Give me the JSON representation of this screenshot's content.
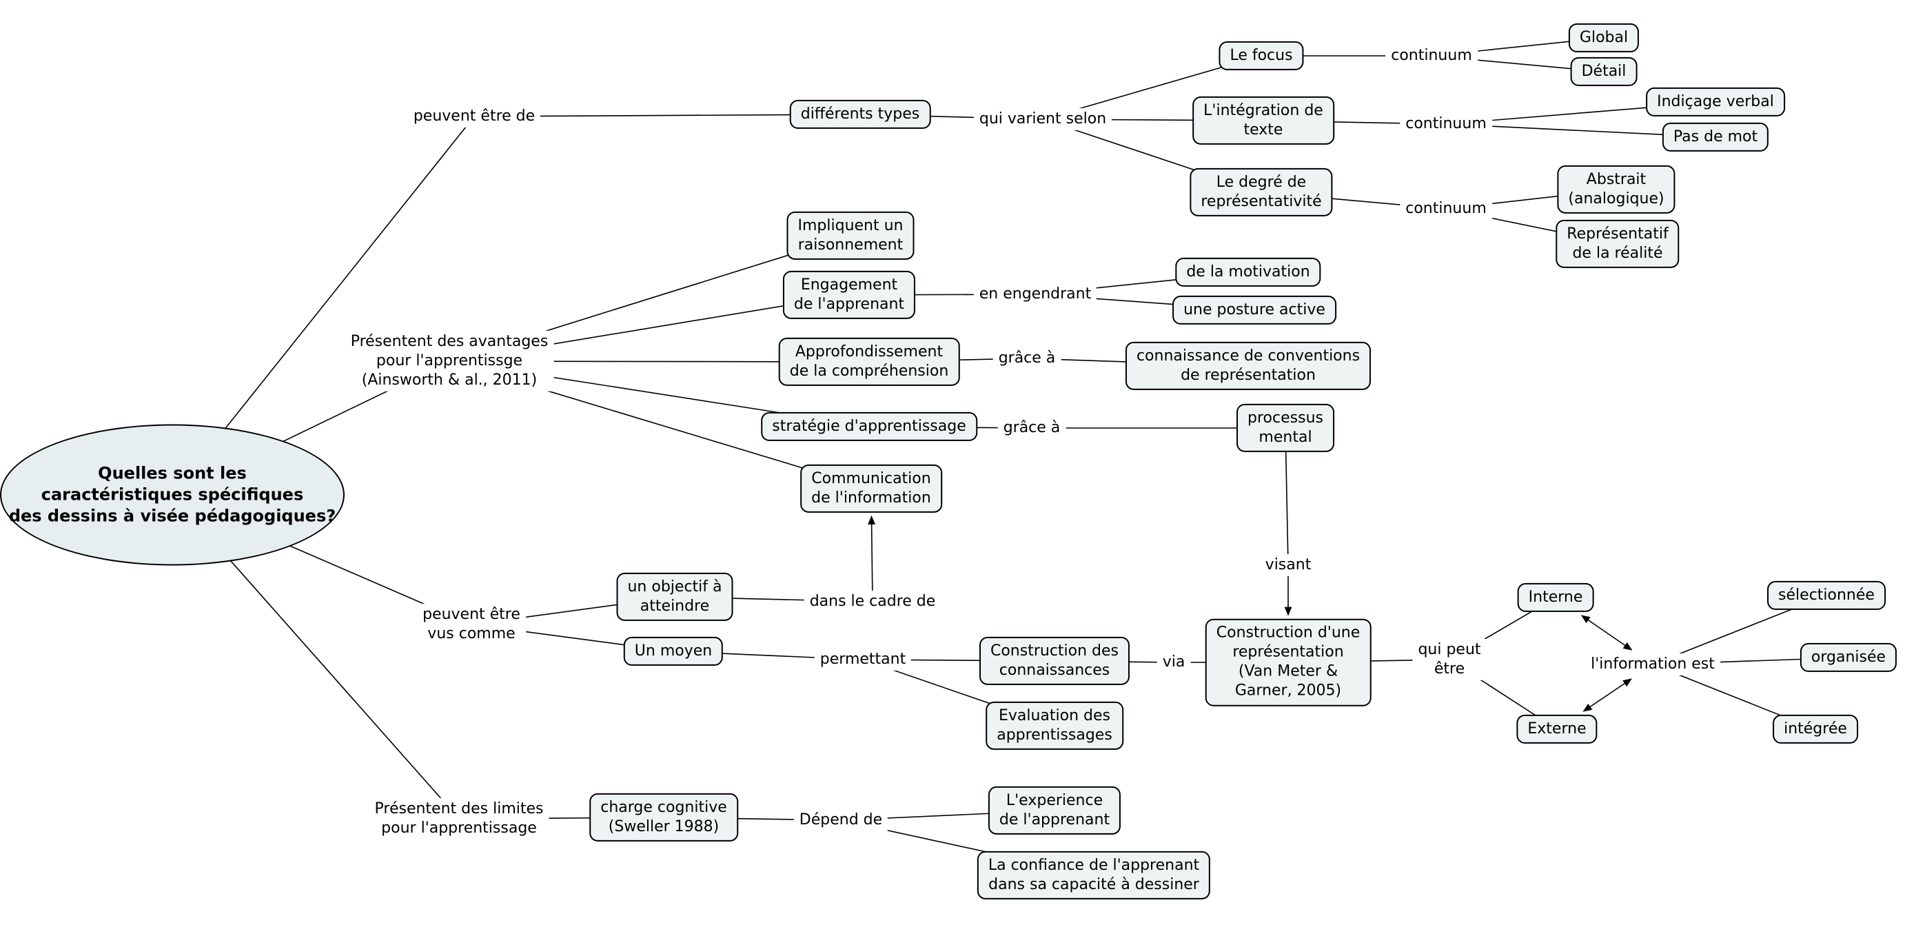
{
  "app": {
    "background": "#ffffff",
    "line_color": "#000000",
    "concept_fill": "#eef3f4",
    "root_fill": "#e7eef0"
  },
  "nodes": {
    "question": {
      "label": "Quelles sont les\ncaractéristiques spécifiques\ndes dessins à visée pédagogiques?"
    },
    "peuvent_etre_de": {
      "label": "peuvent être de"
    },
    "differents_types": {
      "label": "différents types"
    },
    "qui_varient_selon": {
      "label": "qui varient selon"
    },
    "le_focus": {
      "label": "Le focus"
    },
    "continuum_1": {
      "label": "continuum"
    },
    "global": {
      "label": "Global"
    },
    "detail": {
      "label": "Détail"
    },
    "integration_texte": {
      "label": "L'intégration de\ntexte"
    },
    "continuum_2": {
      "label": "continuum"
    },
    "indicage_verbal": {
      "label": "Indiçage verbal"
    },
    "pas_de_mot": {
      "label": "Pas de mot"
    },
    "degre_representativite": {
      "label": "Le degré de\nreprésentativité"
    },
    "continuum_3": {
      "label": "continuum"
    },
    "abstrait": {
      "label": "Abstrait\n(analogique)"
    },
    "representatif": {
      "label": "Représentatif\nde la réalité"
    },
    "avantages": {
      "label": "Présentent des avantages\npour l'apprentissge\n(Ainsworth & al., 2011)"
    },
    "impliquent_raisonnement": {
      "label": "Impliquent un\nraisonnement"
    },
    "engagement": {
      "label": "Engagement\nde l'apprenant"
    },
    "en_engendrant": {
      "label": "en engendrant"
    },
    "motivation": {
      "label": "de la motivation"
    },
    "posture_active": {
      "label": "une posture active"
    },
    "approfondissement": {
      "label": "Approfondissement\nde la compréhension"
    },
    "grace_a_1": {
      "label": "grâce à"
    },
    "connaissance_conventions": {
      "label": "connaissance de conventions\nde représentation"
    },
    "strategie": {
      "label": "stratégie d'apprentissage"
    },
    "grace_a_2": {
      "label": "grâce à"
    },
    "processus_mental": {
      "label": "processus\nmental"
    },
    "communication": {
      "label": "Communication\nde l'information"
    },
    "peuvent_etre_vus": {
      "label": "peuvent être\nvus comme"
    },
    "objectif": {
      "label": "un objectif à\natteindre"
    },
    "dans_le_cadre": {
      "label": "dans le cadre de"
    },
    "moyen": {
      "label": "Un moyen"
    },
    "permettant": {
      "label": "permettant"
    },
    "construction_connaissances": {
      "label": "Construction des\nconnaissances"
    },
    "via": {
      "label": "via"
    },
    "construction_representation": {
      "label": "Construction d'une\nreprésentation\n(Van Meter &\nGarner, 2005)"
    },
    "visant": {
      "label": "visant"
    },
    "evaluation": {
      "label": "Evaluation des\napprentissages"
    },
    "qui_peut_etre": {
      "label": "qui peut\nêtre"
    },
    "interne": {
      "label": "Interne"
    },
    "externe": {
      "label": "Externe"
    },
    "information_est": {
      "label": "l'information est"
    },
    "selectionnee": {
      "label": "sélectionnée"
    },
    "organisee": {
      "label": "organisée"
    },
    "integree": {
      "label": "intégrée"
    },
    "limites": {
      "label": "Présentent des limites\npour l'apprentissage"
    },
    "charge_cognitive": {
      "label": "charge cognitive\n(Sweller 1988)"
    },
    "depend_de": {
      "label": "Dépend de"
    },
    "experience": {
      "label": "L'experience\nde l'apprenant"
    },
    "confiance": {
      "label": "La confiance de l'apprenant\ndans sa capacité à dessiner"
    }
  },
  "edges": [
    {
      "from": "question",
      "to": "peuvent_etre_de"
    },
    {
      "from": "peuvent_etre_de",
      "to": "differents_types"
    },
    {
      "from": "differents_types",
      "to": "qui_varient_selon"
    },
    {
      "from": "qui_varient_selon",
      "to": "le_focus"
    },
    {
      "from": "qui_varient_selon",
      "to": "integration_texte"
    },
    {
      "from": "qui_varient_selon",
      "to": "degre_representativite"
    },
    {
      "from": "le_focus",
      "to": "continuum_1"
    },
    {
      "from": "continuum_1",
      "to": "global"
    },
    {
      "from": "continuum_1",
      "to": "detail"
    },
    {
      "from": "integration_texte",
      "to": "continuum_2"
    },
    {
      "from": "continuum_2",
      "to": "indicage_verbal"
    },
    {
      "from": "continuum_2",
      "to": "pas_de_mot"
    },
    {
      "from": "degre_representativite",
      "to": "continuum_3"
    },
    {
      "from": "continuum_3",
      "to": "abstrait"
    },
    {
      "from": "continuum_3",
      "to": "representatif"
    },
    {
      "from": "question",
      "to": "avantages"
    },
    {
      "from": "avantages",
      "to": "impliquent_raisonnement"
    },
    {
      "from": "avantages",
      "to": "engagement"
    },
    {
      "from": "avantages",
      "to": "approfondissement"
    },
    {
      "from": "avantages",
      "to": "strategie"
    },
    {
      "from": "avantages",
      "to": "communication"
    },
    {
      "from": "engagement",
      "to": "en_engendrant"
    },
    {
      "from": "en_engendrant",
      "to": "motivation"
    },
    {
      "from": "en_engendrant",
      "to": "posture_active"
    },
    {
      "from": "approfondissement",
      "to": "grace_a_1"
    },
    {
      "from": "grace_a_1",
      "to": "connaissance_conventions"
    },
    {
      "from": "strategie",
      "to": "grace_a_2"
    },
    {
      "from": "grace_a_2",
      "to": "processus_mental"
    },
    {
      "from": "question",
      "to": "peuvent_etre_vus"
    },
    {
      "from": "peuvent_etre_vus",
      "to": "objectif"
    },
    {
      "from": "peuvent_etre_vus",
      "to": "moyen"
    },
    {
      "from": "objectif",
      "to": "dans_le_cadre"
    },
    {
      "from": "dans_le_cadre",
      "to": "communication",
      "arrows": "to"
    },
    {
      "from": "moyen",
      "to": "permettant"
    },
    {
      "from": "permettant",
      "to": "construction_connaissances"
    },
    {
      "from": "permettant",
      "to": "evaluation"
    },
    {
      "from": "construction_connaissances",
      "to": "via"
    },
    {
      "from": "via",
      "to": "construction_representation"
    },
    {
      "from": "processus_mental",
      "to": "visant"
    },
    {
      "from": "visant",
      "to": "construction_representation",
      "arrows": "to"
    },
    {
      "from": "construction_representation",
      "to": "qui_peut_etre"
    },
    {
      "from": "qui_peut_etre",
      "to": "interne"
    },
    {
      "from": "qui_peut_etre",
      "to": "externe"
    },
    {
      "from": "interne",
      "to": "information_est",
      "arrows": "both"
    },
    {
      "from": "externe",
      "to": "information_est",
      "arrows": "both"
    },
    {
      "from": "information_est",
      "to": "selectionnee"
    },
    {
      "from": "information_est",
      "to": "organisee"
    },
    {
      "from": "information_est",
      "to": "integree"
    },
    {
      "from": "question",
      "to": "limites"
    },
    {
      "from": "limites",
      "to": "charge_cognitive"
    },
    {
      "from": "charge_cognitive",
      "to": "depend_de"
    },
    {
      "from": "depend_de",
      "to": "experience"
    },
    {
      "from": "depend_de",
      "to": "confiance"
    }
  ]
}
